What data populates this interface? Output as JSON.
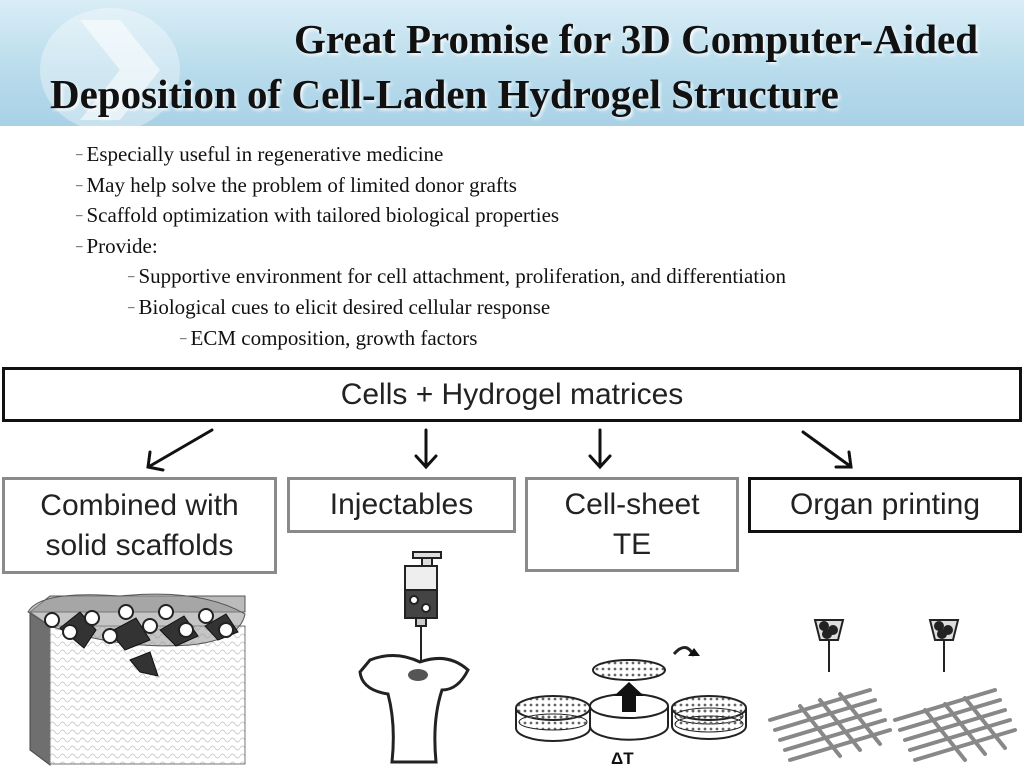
{
  "title": {
    "line1": "Great Promise for 3D Computer-Aided",
    "line2": "Deposition of Cell-Laden Hydrogel Structure"
  },
  "bullets": [
    {
      "level": 1,
      "text": "Especially useful in regenerative medicine"
    },
    {
      "level": 1,
      "text": "May help solve the problem of limited donor grafts"
    },
    {
      "level": 1,
      "text": "Scaffold optimization with tailored biological properties"
    },
    {
      "level": 1,
      "text": "Provide:"
    },
    {
      "level": 2,
      "text": "Supportive environment for cell attachment, proliferation, and differentiation"
    },
    {
      "level": 2,
      "text": "Biological cues to elicit desired cellular response"
    },
    {
      "level": 3,
      "text": "ECM composition, growth factors"
    }
  ],
  "bullet_marker": "–",
  "diagram": {
    "top_box": "Cells + Hydrogel matrices",
    "boxes": [
      {
        "line1": "Combined with",
        "line2": "solid scaffolds"
      },
      {
        "line1": "Injectables",
        "line2": ""
      },
      {
        "line1": "Cell-sheet",
        "line2": "TE"
      },
      {
        "line1": "Organ printing",
        "line2": ""
      }
    ],
    "delta_t_label": "ΔT"
  }
}
